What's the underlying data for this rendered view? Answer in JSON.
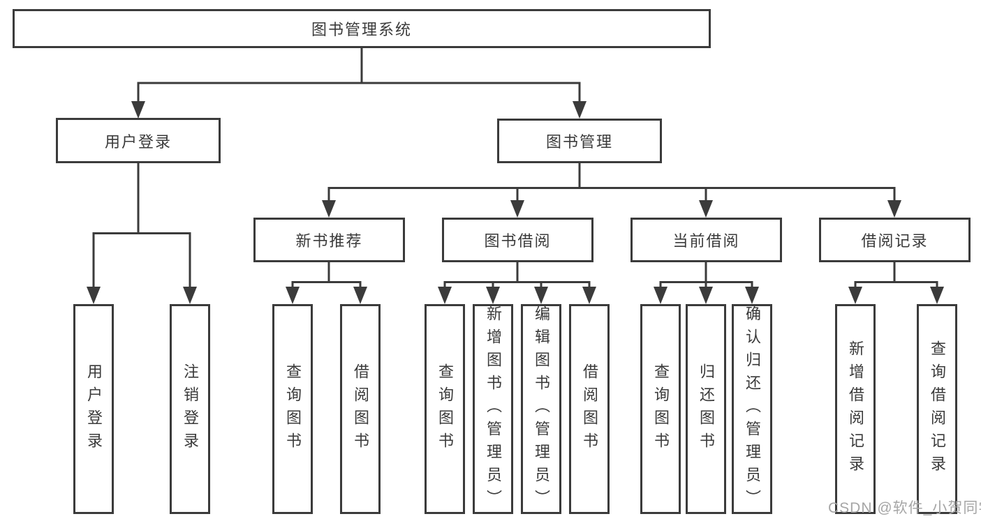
{
  "diagram": {
    "root": {
      "label": "图书管理系统"
    },
    "branches": [
      {
        "label": "用户登录",
        "children": [
          {
            "label": "用户登录"
          },
          {
            "label": "注销登录"
          }
        ]
      },
      {
        "label": "图书管理",
        "children": [
          {
            "label": "新书推荐",
            "children": [
              {
                "label": "查询图书"
              },
              {
                "label": "借阅图书"
              }
            ]
          },
          {
            "label": "图书借阅",
            "children": [
              {
                "label": "查询图书"
              },
              {
                "label": "新增图书（管理员）"
              },
              {
                "label": "编辑图书（管理员）"
              },
              {
                "label": "借阅图书"
              }
            ]
          },
          {
            "label": "当前借阅",
            "children": [
              {
                "label": "查询图书"
              },
              {
                "label": "归还图书"
              },
              {
                "label": "确认归还（管理员）"
              }
            ]
          },
          {
            "label": "借阅记录",
            "children": [
              {
                "label": "新增借阅记录"
              },
              {
                "label": "查询借阅记录"
              }
            ]
          }
        ]
      }
    ]
  },
  "watermark": {
    "text": "CSDN @软件_小贺同学"
  },
  "colors": {
    "line": "#3b3b3b",
    "box_border": "#3b3b3b",
    "text": "#3a3a3a",
    "background": "#ffffff",
    "watermark": "#a6a6a6"
  }
}
